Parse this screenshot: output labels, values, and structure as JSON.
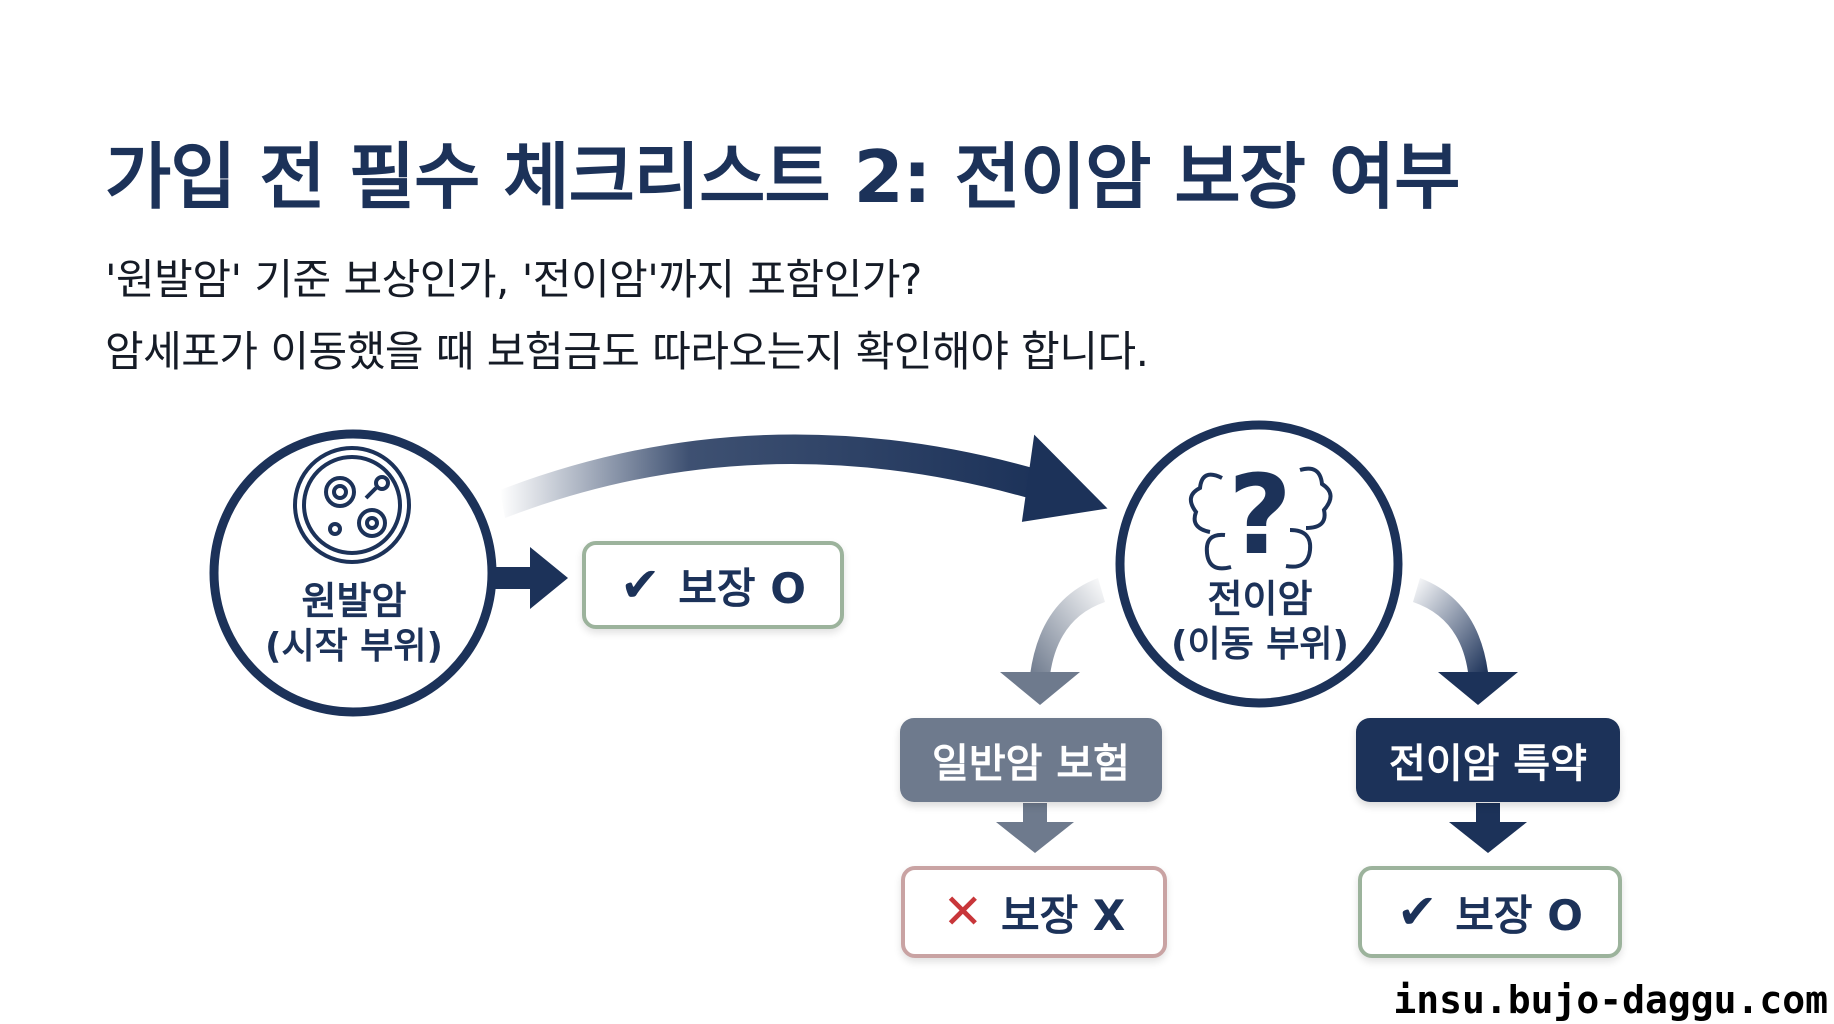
{
  "title": "가입 전 필수 체크리스트 2: 전이암 보장 여부",
  "subtitle_line1": "'원발암' 기준 보상인가, '전이암'까지 포함인가?",
  "subtitle_line2": "암세포가 이동했을 때 보험금도 따라오는지 확인해야 합니다.",
  "nodes": {
    "primary": {
      "label": "원발암",
      "sub": "(시작 부위)"
    },
    "metastatic": {
      "label": "전이암",
      "sub": "(이동 부위)"
    }
  },
  "badges": {
    "primary_result": {
      "mark": "✔",
      "text": "보장 O"
    },
    "general_result": {
      "mark": "✕",
      "text": "보장 X"
    },
    "rider_result": {
      "mark": "✔",
      "text": "보장 O"
    }
  },
  "options": {
    "general": "일반암 보험",
    "rider": "전이암 특약"
  },
  "watermark": "insu.bujo-daggu.com",
  "colors": {
    "navy": "#1c3259",
    "gray": "#6e7a8d",
    "green_border": "#9cb39c",
    "red_mark": "#c8363a"
  }
}
